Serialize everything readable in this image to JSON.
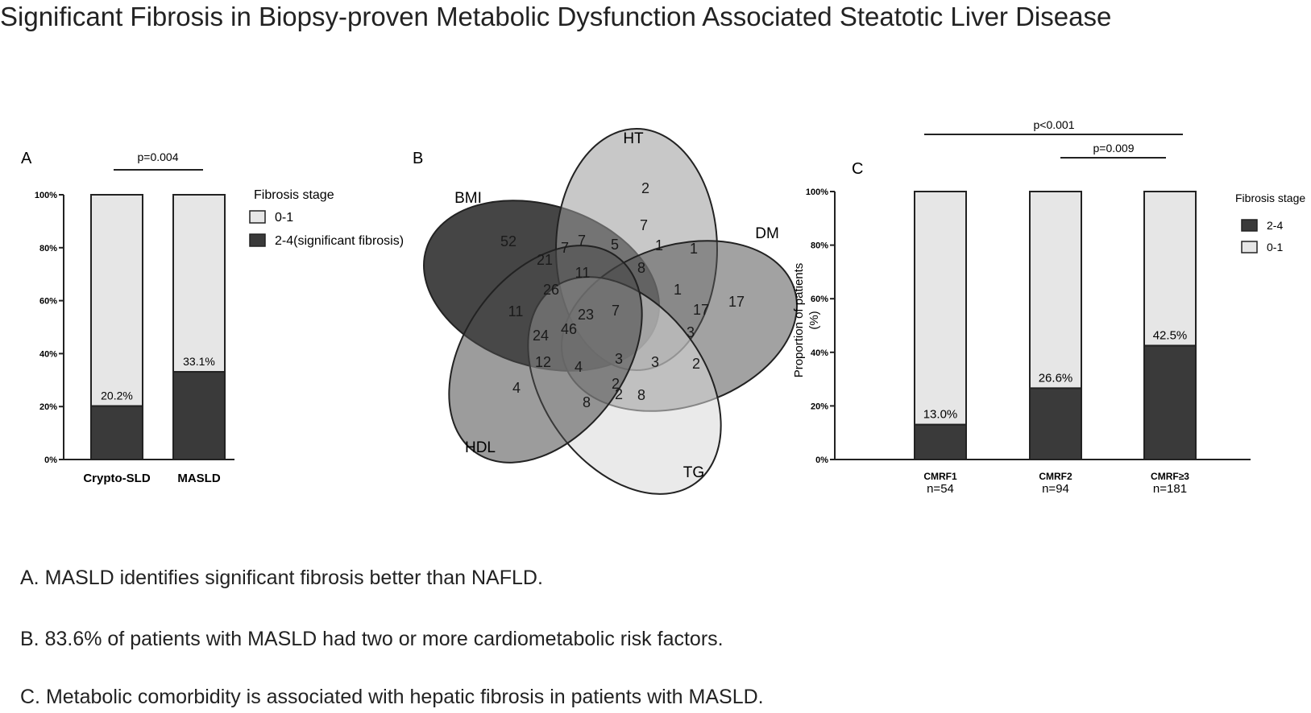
{
  "title": "Significant Fibrosis in Biopsy-proven Metabolic Dysfunction Associated Steatotic Liver Disease",
  "captions": [
    "A. MASLD identifies significant fibrosis better than NAFLD.",
    "B. 83.6% of patients with MASLD had two or more cardiometabolic risk factors.",
    "C. Metabolic comorbidity is associated with hepatic fibrosis in patients with MASLD."
  ],
  "colors": {
    "dark": "#3a3a3a",
    "light": "#e6e6e6",
    "axis": "#222222"
  },
  "chart_data": [
    {
      "panel": "A",
      "type": "bar",
      "stacked": true,
      "categories": [
        "Crypto-SLD",
        "MASLD"
      ],
      "series": [
        {
          "name": "2-4(significant fibrosis)",
          "values": [
            20.2,
            33.1
          ]
        },
        {
          "name": "0-1",
          "values": [
            79.8,
            66.9
          ]
        }
      ],
      "data_labels": [
        "20.2%",
        "33.1%"
      ],
      "ylim": [
        0,
        100
      ],
      "yticks": [
        "0%",
        "20%",
        "40%",
        "60%",
        "80%",
        "100%"
      ],
      "legend_title": "Fibrosis stage",
      "legend_position": "right",
      "annotations": [
        {
          "text": "p=0.004",
          "between": [
            "Crypto-SLD",
            "MASLD"
          ]
        }
      ]
    },
    {
      "panel": "B",
      "type": "venn",
      "sets": [
        "HT",
        "BMI",
        "DM",
        "HDL",
        "TG"
      ],
      "region_values": [
        2,
        7,
        7,
        1,
        52,
        7,
        5,
        1,
        21,
        11,
        8,
        1,
        26,
        11,
        7,
        17,
        17,
        23,
        3,
        24,
        46,
        12,
        4,
        3,
        3,
        2,
        4,
        8,
        2,
        8,
        2
      ]
    },
    {
      "panel": "C",
      "type": "bar",
      "stacked": true,
      "categories": [
        "CMRF1",
        "CMRF2",
        "CMRF≥3"
      ],
      "category_sublabels": [
        "n=54",
        "n=94",
        "n=181"
      ],
      "series": [
        {
          "name": "2-4",
          "values": [
            13.0,
            26.6,
            42.5
          ]
        },
        {
          "name": "0-1",
          "values": [
            87.0,
            73.4,
            57.5
          ]
        }
      ],
      "data_labels": [
        "13.0%",
        "26.6%",
        "42.5%"
      ],
      "ylim": [
        0,
        100
      ],
      "yticks": [
        "0%",
        "20%",
        "40%",
        "60%",
        "80%",
        "100%"
      ],
      "ylabel": [
        "Proportion of patients",
        "(%)"
      ],
      "legend_title": "Fibrosis stage",
      "legend_position": "right",
      "annotations": [
        {
          "text": "p<0.001",
          "between": [
            "CMRF1",
            "CMRF≥3"
          ]
        },
        {
          "text": "p=0.009",
          "between": [
            "CMRF2",
            "CMRF≥3"
          ]
        }
      ]
    }
  ]
}
